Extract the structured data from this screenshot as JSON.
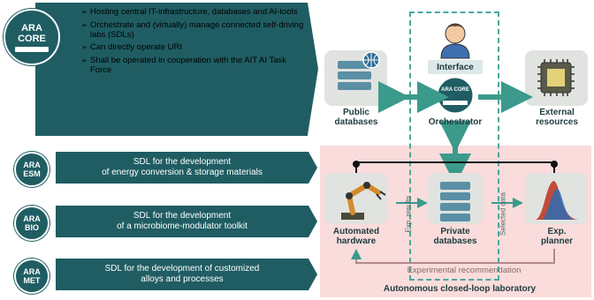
{
  "core": {
    "name_line1": "ARA",
    "name_line2": "CORE",
    "bullets": [
      "Hosting central IT-infrastructure, databases and AI-tools",
      "Orchestrate and (virtually) manage connected self-driving labs (SDLs)",
      "Can directly operate URI",
      "Shall be operated in cooperation with the AIT AI Task Force"
    ]
  },
  "modules": [
    {
      "line1": "ARA",
      "line2": "ESM",
      "text1": "SDL for the development",
      "text2": "of energy conversion & storage materials"
    },
    {
      "line1": "ARA",
      "line2": "BIO",
      "text1": "SDL for the development",
      "text2": "of a microbiome-modulator toolkit"
    },
    {
      "line1": "ARA",
      "line2": "MET",
      "text1": "SDL for the development of customized",
      "text2": "alloys and processes"
    }
  ],
  "diagram": {
    "interface": "Interface",
    "orchestrator": "Orchestrator",
    "orchestrator_badge": "ARA CORE",
    "public_db_1": "Public",
    "public_db_2": "databases",
    "external_1": "External",
    "external_2": "resources",
    "automated_1": "Automated",
    "automated_2": "hardware",
    "private_1": "Private",
    "private_2": "databases",
    "planner_1": "Exp.",
    "planner_2": "planner",
    "exp_results": "Exp. results",
    "selected_data": "Selected data",
    "recommendation": "Experimental recommendation",
    "lab_title": "Autonomous closed-loop laboratory"
  },
  "colors": {
    "panel": "#1f5d63",
    "lab_bg": "#f9dcdb",
    "arrow": "#3b9a8b",
    "dashed": "#4aa79b"
  }
}
